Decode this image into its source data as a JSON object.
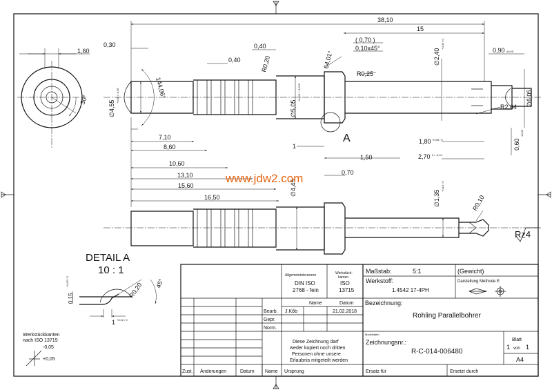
{
  "dims": {
    "d_38_10": "38,10",
    "d_15": "15",
    "d_0_70_paren": "( 0,70 )",
    "d_0_10x45": "0,10x45°",
    "d_0_30": "0,30",
    "d_0_40_top": "0,40",
    "d_0_40": "0,40",
    "r_0_20": "R0,20",
    "a_64_01": "64,01°",
    "r_0_25": "R0,25",
    "d_1_60": "1,60",
    "a_30": "30°",
    "a_144_06": "144,06°",
    "dia_4_55": "∅4,55",
    "dia_4_55_tol": "+0,05 / -0,05",
    "dia_5_05": "∅5,05",
    "dia_5_05_tol": "+0,015 / -0,015",
    "dia_2_40": "∅2,40",
    "dia_2_40_tol": "+0,05 / 0",
    "d_0_90": "0,90",
    "d_0_90_tol": "±0,05",
    "dia_6_05": "∅6,05",
    "r_2_64": "R2,64",
    "d_1_80": "1,80",
    "d_1_80_tol": "+0,05 / 0",
    "d_2_70": "2,70",
    "d_2_70_tol": "0 / -0,10",
    "d_0_60": "0,60",
    "d_0_60_tol": "±0,05",
    "d_7_10": "7,10",
    "d_8_60": "8,60",
    "d_10_60": "10,60",
    "d_13_10": "13,10",
    "d_15_60": "15,60",
    "d_16_50": "16,50",
    "d_1": "1",
    "d_1_50": "1,50",
    "d_0_70": "0,70",
    "dia_4_45": "∅4,45",
    "dia_1_35": "∅1,35",
    "dia_1_35_tol": "+0,10 / 0",
    "r_0_10": "R0,10",
    "rz4": "Rz4",
    "detail_a_label": "A"
  },
  "detail": {
    "title": "DETAIL A",
    "scale": "10 : 1",
    "d_0_15": "0,15",
    "d_0_15_tol": "+0,02 / 0",
    "r_0_20": "R0,20",
    "a_45": "45°",
    "d_1": "1",
    "d_1_tol": "+0,02 / 0"
  },
  "edges": {
    "title": "Werkstückkanten",
    "subtitle": "nach ISO 13715",
    "val_neg": "-0,05",
    "val_pos": "+0,05"
  },
  "watermark": "www.jdw2.com",
  "titleblock": {
    "allg_label": "Allgemeintoleranzen",
    "allg_value1": "DIN ISO",
    "allg_value2": "2768 - fein",
    "werk_label1": "Werkstück-",
    "werk_label2": "kanten",
    "werk_value1": "ISO",
    "werk_value2": "13715",
    "massstab_label": "Maßstab:",
    "massstab_value": "5:1",
    "gewicht": "(Gewicht)",
    "werkstoff_label": "Werkstoff:",
    "werkstoff_value": "1.4542 17-4PH",
    "darstellung": "Darstellung Methode E",
    "name_header": "Name",
    "datum_header": "Datum",
    "bearb": "Bearb.",
    "bearb_name": "J.Kôb",
    "bearb_datum": "21.02.2018",
    "gepr": "Gepr.",
    "norm": "Norm.",
    "bezeichnung_label": "Bezeichnung:",
    "bezeichnung_value": "Rohling Parallelbohrer",
    "modell": "Modelldatei",
    "notice": [
      "Diese Zeichnung darf",
      "weder kopiert noch dritten",
      "Personen ohne unsere",
      "Erlaubnis mitgeteilt werden"
    ],
    "zeichnungsnr_label": "Zeichnungsnr.:",
    "zeichnungsnr_value": "R-C-014-006480",
    "blatt_label": "Blatt",
    "blatt_value": "1",
    "von": "von",
    "blatt_total": "1",
    "format": "A4",
    "zust": "Zust.",
    "aenderungen": "Änderungen",
    "datum_footer": "Datum",
    "name_footer": "Name",
    "ursprung": "Ursprung",
    "ersatz_fuer": "Ersatz für",
    "ersetzt_durch": "Ersetzt durch"
  }
}
